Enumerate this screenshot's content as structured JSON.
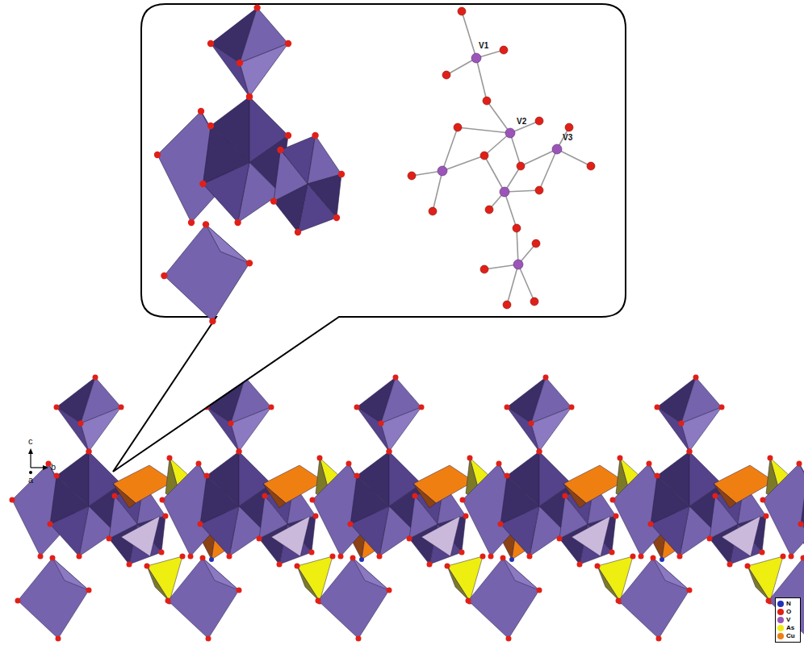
{
  "diagram": {
    "labels": [
      "V1",
      "V2",
      "V3",
      "c",
      "b",
      "a"
    ],
    "legend": [
      {
        "text": "N",
        "color": "#2233b8"
      },
      {
        "text": "O",
        "color": "#e02018"
      },
      {
        "text": "V",
        "color": "#9b55b8"
      },
      {
        "text": "As",
        "color": "#eeee10"
      },
      {
        "text": "Cu",
        "color": "#f07f12"
      }
    ]
  }
}
